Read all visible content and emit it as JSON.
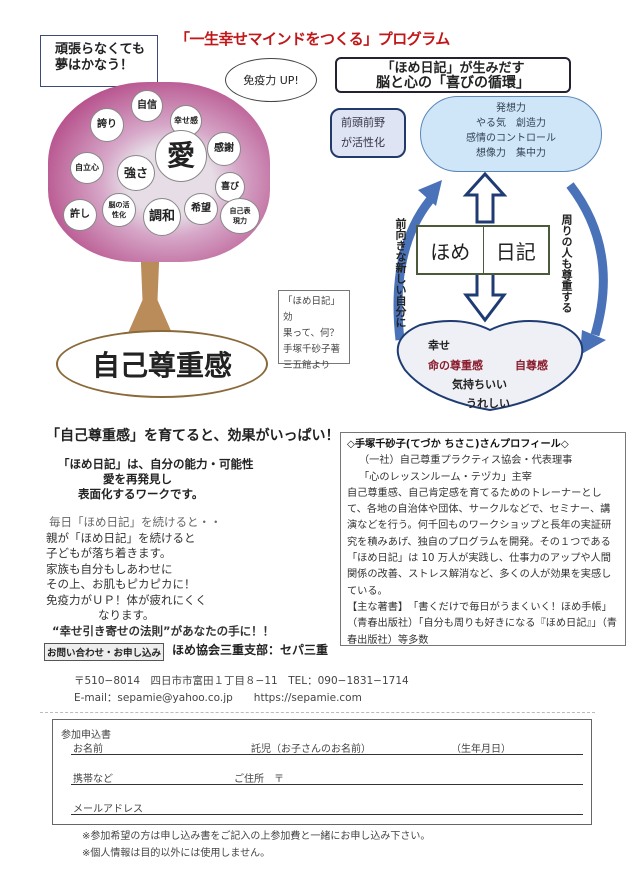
{
  "title": "「一生幸せマインドをつくる」プログラム",
  "scroll_text": [
    "頑張らなくても",
    "夢はかなう！"
  ],
  "speech_bubble": "免疫力 UP!",
  "tree": {
    "bubbles": [
      "誇り",
      "自信",
      "幸せ感",
      "愛",
      "感謝",
      "自立心",
      "強さ",
      "喜び",
      "許し",
      "脳の活性化",
      "調和",
      "希望",
      "自己表現力"
    ],
    "root": "自己尊重感"
  },
  "citation": [
    "「ほめ日記」効",
    "果って、何？",
    "手塚千砂子著",
    "三五館より"
  ],
  "diagram": {
    "header": [
      "「ほめ日記」が生みだす",
      "脳と心の「喜びの循環」"
    ],
    "callout": [
      "前頭前野",
      "が活性化"
    ],
    "cloud": [
      "発想力",
      "やる気　創造力",
      "感情のコントロール",
      "想像力　集中力"
    ],
    "book": [
      "ほめ",
      "日記"
    ],
    "left_arrow_text": "前向きな新しい自分に",
    "right_arrow_text": "周りの人も尊重する",
    "heart": [
      "幸せ",
      "命の尊重感",
      "自尊感",
      "気持ちいい",
      "うれしい"
    ]
  },
  "section_heading": "「自己尊重感」を育てると、効果がいっぱい！",
  "intro": [
    "「ほめ日記」は、自分の能力・可能性",
    "愛を再発見し",
    "表面化するワークです。"
  ],
  "benefits": [
    "毎日「ほめ日記」を続けると・・",
    "親が「ほめ日記」を続けると",
    "子どもが落ち着きます。",
    "家族も自分もしあわせに",
    "その上、お肌もピカピカに！",
    "免疫力がＵＰ！体が疲れにくく",
    "なります。",
    "“幸せ引き寄せの法則”があなたの手に！！"
  ],
  "profile": {
    "title": "◇手塚千砂子(てづか ちさこ)さんプロフィール◇",
    "lines": [
      "（一社）自己尊重プラクティス協会・代表理事",
      "「心のレッスンルーム・テヅカ」主宰",
      "自己尊重感、自己肯定感を育てるためのトレーナーとして、各地の自治体や団体、サークルなどで、セミナー、講演などを行う。何千回ものワークショップと長年の実証研究を積みあげ、独自のプログラムを開発。その１つである「ほめ日記」は 10 万人が実践し、仕事力のアップや人間関係の改善、ストレス解消など、多くの人が効果を実感している。",
      "【主な著書】　「書くだけで毎日がうまくいく！ほめ手帳」（青春出版社）「自分も周りも好きになる『ほめ日記』」（青春出版社）等多数"
    ]
  },
  "contact": {
    "label": "お問い合わせ・お申し込み",
    "org": "ほめ協会三重支部：セパ三重",
    "address": "〒510−8014　四日市市富田１丁目８−11　TEL：090−1831−1714",
    "email_line": "E-mail：sepamie@yahoo.co.jp　　https://sepamie.com"
  },
  "form": {
    "title": "参加申込書",
    "name": "お名前",
    "child": "託児（お子さんのお名前）",
    "birthday": "（生年月日）",
    "phone": "携帯など",
    "address": "ご住所　〒",
    "email": "メールアドレス"
  },
  "notes": [
    "※参加希望の方は申し込み書をご記入の上参加費と一緒にお申し込み下さい。",
    "※個人情報は目的以外には使用しません。"
  ]
}
